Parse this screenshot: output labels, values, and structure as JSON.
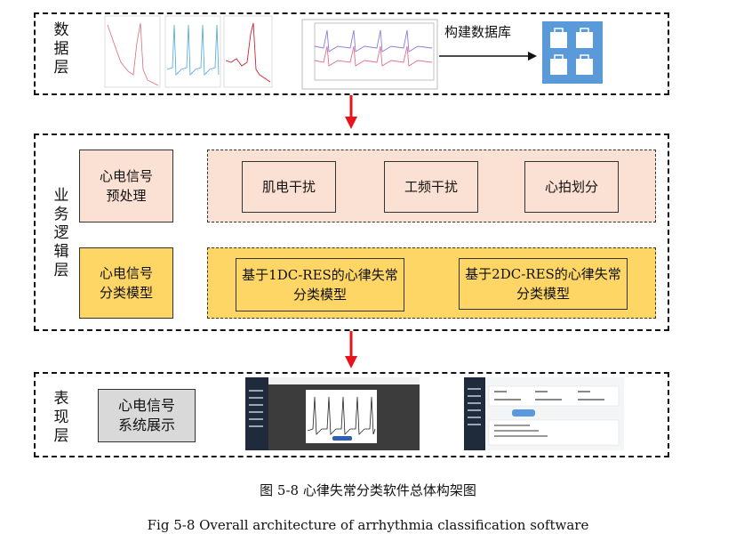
{
  "data_layer": {
    "label": "数据层",
    "db_label": "构建数据库"
  },
  "business_layer": {
    "label": "业务逻辑层",
    "preprocess": "心电信号\n预处理",
    "noise_items": [
      "肌电干扰",
      "工频干扰",
      "心拍划分"
    ],
    "classify": "心电信号\n分类模型",
    "models": [
      "基于1DC-RES的心律失常\n分类模型",
      "基于2DC-RES的心律失常\n分类模型"
    ]
  },
  "presentation_layer": {
    "label": "表现层",
    "display": "心电信号\n系统展示"
  },
  "captions": {
    "zh": "图 5-8 心律失常分类软件总体构架图",
    "en": "Fig 5-8 Overall architecture of arrhythmia classification software"
  },
  "colors": {
    "arrow": "#e8141b",
    "peach": "#fbe1d3",
    "gold": "#fdd666",
    "gray": "#d9d9d9",
    "db_blue": "#5a9ad8"
  }
}
